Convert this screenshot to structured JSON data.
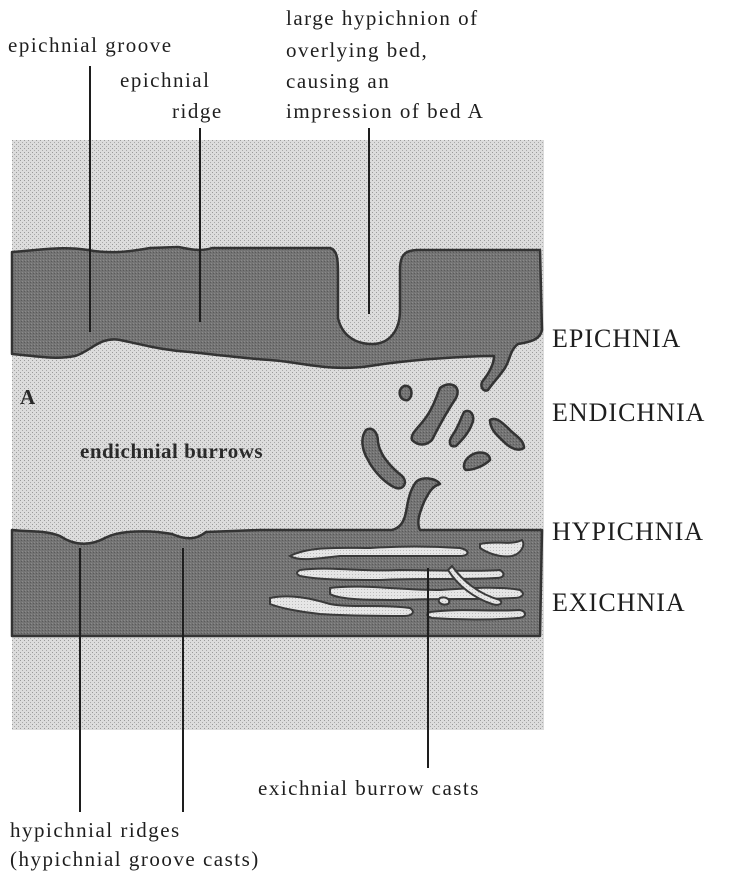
{
  "labels": {
    "epichnial_groove": "epichnial groove",
    "epichnial_ridge_1": "epichnial",
    "epichnial_ridge_2": "ridge",
    "large_hypichnion_1": "large hypichnion of",
    "large_hypichnion_2": "overlying bed,",
    "large_hypichnion_3": "causing an",
    "large_hypichnion_4": "impression of bed A",
    "bed_a": "A",
    "endichnial_burrows": "endichnial burrows",
    "epichnia": "EPICHNIA",
    "endichnia": "ENDICHNIA",
    "hypichnia": "HYPICHNIA",
    "exichnia": "EXICHNIA",
    "exichnial_burrow_casts": "exichnial burrow casts",
    "hypichnial_ridges_1": "hypichnial ridges",
    "hypichnial_ridges_2": "(hypichnial groove casts)"
  },
  "colors": {
    "sediment_stipple": "#d6d6d6",
    "bed_fill": "#6e6e6e",
    "text": "#1e1e1e"
  }
}
